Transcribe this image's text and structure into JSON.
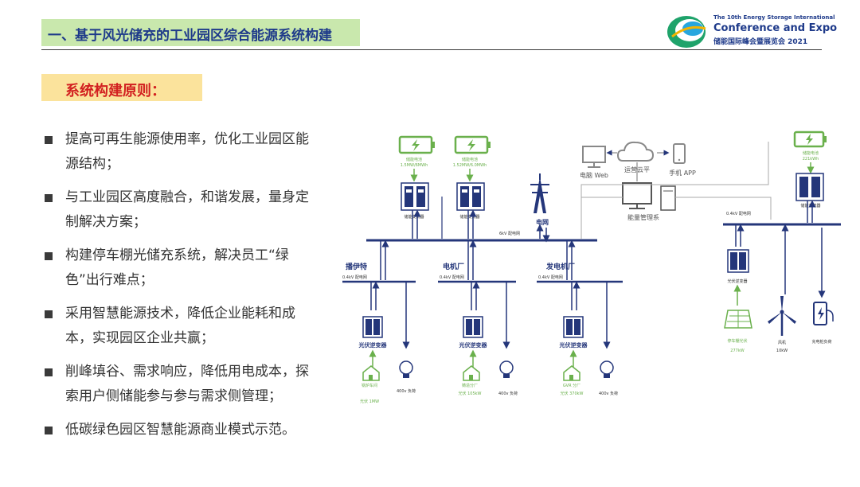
{
  "header": {
    "title": "一、基于风光储充的工业园区综合能源系统构建",
    "logo_line1": "The 10th Energy Storage International",
    "logo_line2": "Conference and Expo",
    "logo_line3": "储能国际峰会暨展览会 2021"
  },
  "principle": {
    "heading": "系统构建原则："
  },
  "bullets": [
    "提高可再生能源使用率，优化工业园区能源结构；",
    "与工业园区高度融合，和谐发展，量身定制解决方案；",
    "构建停车棚光储充系统，解决员工“绿色”出行难点；",
    "采用智慧能源技术，降低企业能耗和成本，实现园区企业共赢；",
    "削峰填谷、需求响应，降低用电成本，探索用户侧储能参与参与需求侧管理；",
    "低碳绿色园区智慧能源商业模式示范。"
  ],
  "diagram": {
    "battery1_label": "储能电池",
    "battery1_spec": "1.5MW/6MWh",
    "battery2_label": "储能电池",
    "battery2_spec": "1.52MW/6.0MWh",
    "pcs1_label": "储能变流器",
    "pcs2_label": "储能变流器",
    "grid_label": "电网",
    "bus_6kv_label": "6kV 配电网",
    "computer_label": "电脑 Web",
    "cloud_label": "运营云平",
    "phone_label": "手机 APP",
    "ems_label": "能量管理系",
    "section1_title": "播伊特",
    "section2_title": "电机厂",
    "section3_title": "发电机厂",
    "bus_04kv_label": "0.4kV 配电网",
    "inverter_label": "光伏逆变器",
    "pv1_label": "锅炉车间",
    "pv1_spec": "光伏 1MW",
    "pv2_label": "铸造分厂",
    "pv2_spec": "光伏 105kW",
    "pv3_label": "GVR 分厂",
    "pv3_spec": "光伏 370kW",
    "load_label": "400v 负荷",
    "right_battery_label": "储能电池",
    "right_battery_spec": "221kWh",
    "right_pcs_label": "储能变流器",
    "right_bus_label": "0.4kV 配电网",
    "right_inverter_label": "光伏逆变器",
    "carport_label": "停车棚光伏",
    "carport_spec": "277kW",
    "wind_label": "风机",
    "wind_spec": "10kW",
    "charger_label": "充电桩负荷"
  },
  "colors": {
    "accent_blue": "#1e3a8a",
    "battery_green": "#6ab04c",
    "line_blue": "#24367a",
    "title_bg": "#c9e8ad",
    "principle_bg": "#fbe39c",
    "principle_text": "#d22020"
  }
}
